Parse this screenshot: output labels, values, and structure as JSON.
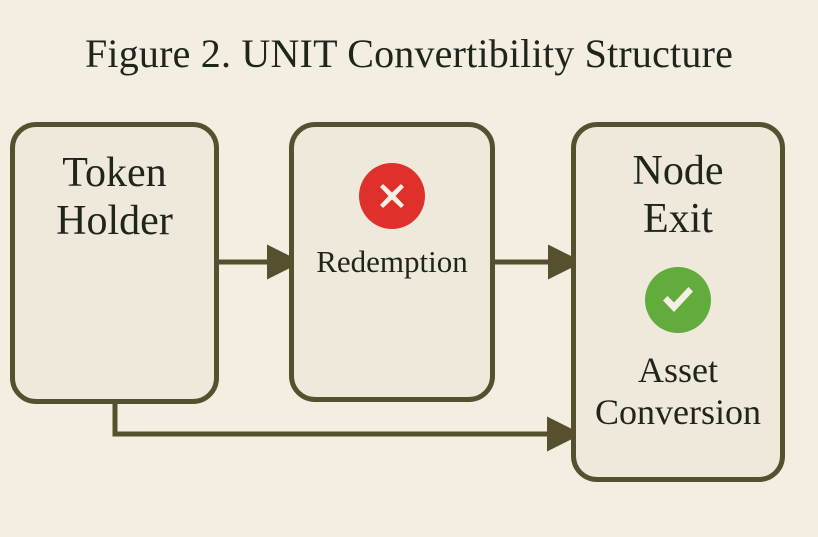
{
  "figure": {
    "title": "Figure 2. UNIT Convertibility Structure",
    "background_color": "#f4eee2",
    "box_fill_color": "#efe9dc",
    "box_border_color": "#55512f",
    "text_color": "#20251a",
    "connector_color": "#55512f"
  },
  "nodes": [
    {
      "id": "token-holder",
      "title": "Token\nHolder"
    },
    {
      "id": "redemption",
      "caption": "Redemption",
      "status": {
        "name": "denied",
        "icon": "cross-mark-icon",
        "color": "#e0302b",
        "glyph_color": "#f5f0e6"
      }
    },
    {
      "id": "node-exit",
      "title": "Node\nExit",
      "subtitle": "Asset\nConversion",
      "status": {
        "name": "allowed",
        "icon": "check-mark-icon",
        "color": "#62ac3e",
        "glyph_color": "#f5f0e6"
      }
    }
  ],
  "connectors": [
    {
      "id": "token-holder-to-redemption",
      "from": "token-holder",
      "to": "redemption",
      "style": "straight-arrow"
    },
    {
      "id": "redemption-to-node-exit",
      "from": "redemption",
      "to": "node-exit",
      "style": "straight-arrow"
    },
    {
      "id": "token-holder-to-node-exit-direct",
      "from": "token-holder",
      "to": "node-exit",
      "style": "elbow-arrow"
    }
  ]
}
